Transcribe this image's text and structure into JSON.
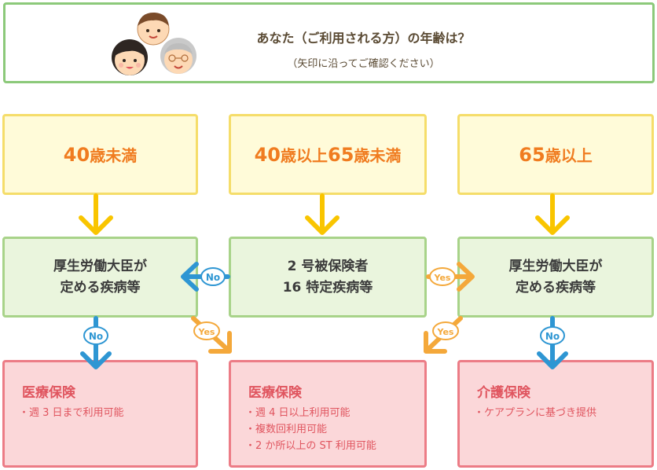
{
  "header": {
    "question": "あなた（ご利用される方）の年齢は？",
    "note": "（矢印に沿ってご確認ください）"
  },
  "age_boxes": [
    {
      "n": "40",
      "unit": "歳未満"
    },
    {
      "n1": "40",
      "u1": "歳以上",
      "n2": "65",
      "u2": "歳未満"
    },
    {
      "n": "65",
      "unit": "歳以上"
    }
  ],
  "conditions": [
    {
      "line1": "厚生労働大臣が",
      "line2": "定める疾病等"
    },
    {
      "line1": "2 号被保険者",
      "line2": "16 特定疾病等"
    },
    {
      "line1": "厚生労働大臣が",
      "line2": "定める疾病等"
    }
  ],
  "results": [
    {
      "title": "医療保険",
      "items": [
        "週 3 日まで利用可能"
      ]
    },
    {
      "title": "医療保険",
      "items": [
        "週 4 日以上利用可能",
        "複数回利用可能",
        "2 か所以上の ST 利用可能"
      ]
    },
    {
      "title": "介護保険",
      "items": [
        "ケアプランに基づき提供"
      ]
    }
  ],
  "badges": {
    "no": "No",
    "yes": "Yes"
  },
  "colors": {
    "arrow_yellow": "#f9c500",
    "arrow_orange": "#f4a83a",
    "arrow_blue": "#2e96d3",
    "age_text": "#f07c20",
    "result_text": "#e0555f"
  }
}
